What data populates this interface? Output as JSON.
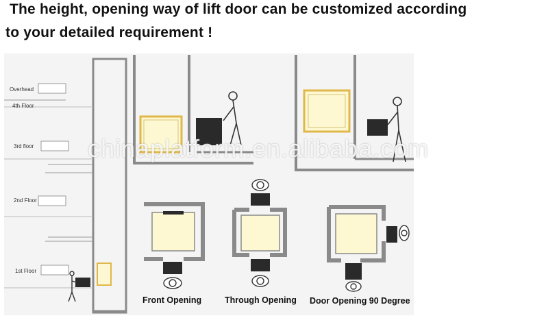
{
  "headline": {
    "line1": "The height, opening way of lift door can be customized according",
    "line2": "to your detailed requirement !"
  },
  "floors": {
    "overhead": "Overhead",
    "fourth": "4th Floor",
    "third": "3rd floor",
    "second": "2nd Floor",
    "first": "1st Floor"
  },
  "captions": {
    "front": "Front Opening",
    "through": "Through Opening",
    "ninety": "Door Opening 90 Degree"
  },
  "watermark": "chinaplatform.en.alibaba.com",
  "colors": {
    "wall": "#8a8a8a",
    "cabin": "#fdf8d2",
    "cabin_frame": "#e0b84a",
    "panel": "#2a2a2a"
  }
}
